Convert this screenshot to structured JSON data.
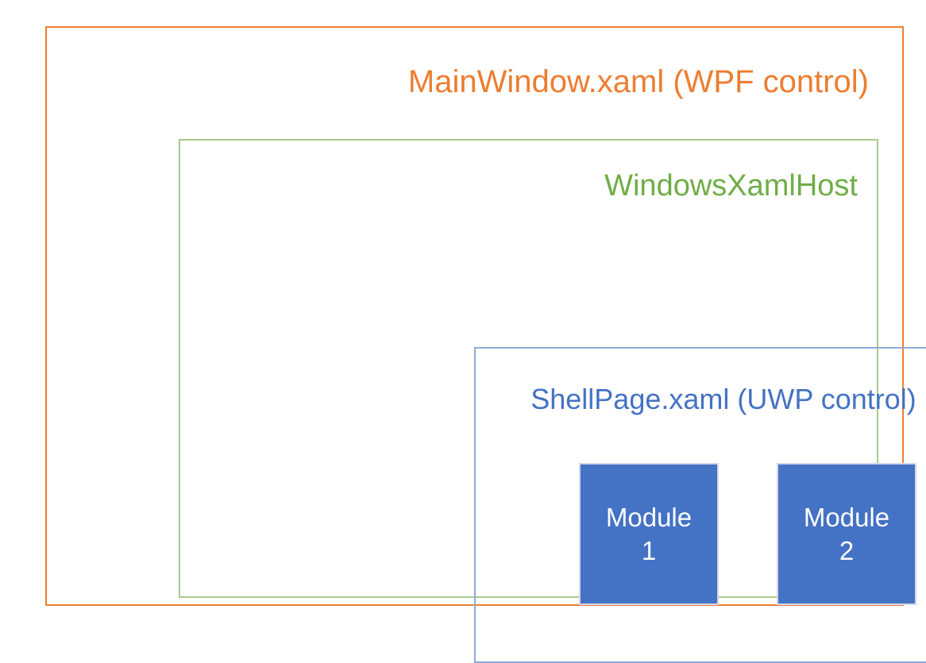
{
  "diagram": {
    "type": "nested-containment",
    "background_color": "#ffffff",
    "layers": {
      "outer": {
        "label": "MainWindow.xaml (WPF control)",
        "border_color": "#ED7D31",
        "text_color": "#ED7D31",
        "label_align": "right"
      },
      "middle": {
        "label": "WindowsXamlHost",
        "border_color": "#A9C98A",
        "text_color": "#70AD47",
        "label_align": "right"
      },
      "inner": {
        "label": "ShellPage.xaml (UWP control)",
        "border_color": "#8FAADC",
        "text_color": "#4472C4",
        "label_align": "center"
      }
    },
    "modules": [
      {
        "line1": "Module",
        "line2": "1",
        "fill_color": "#4472C4",
        "text_color": "#FFFFFF",
        "border_color": "#D2D6E6"
      },
      {
        "line1": "Module",
        "line2": "2",
        "fill_color": "#4472C4",
        "text_color": "#FFFFFF",
        "border_color": "#D2D6E6"
      }
    ]
  }
}
